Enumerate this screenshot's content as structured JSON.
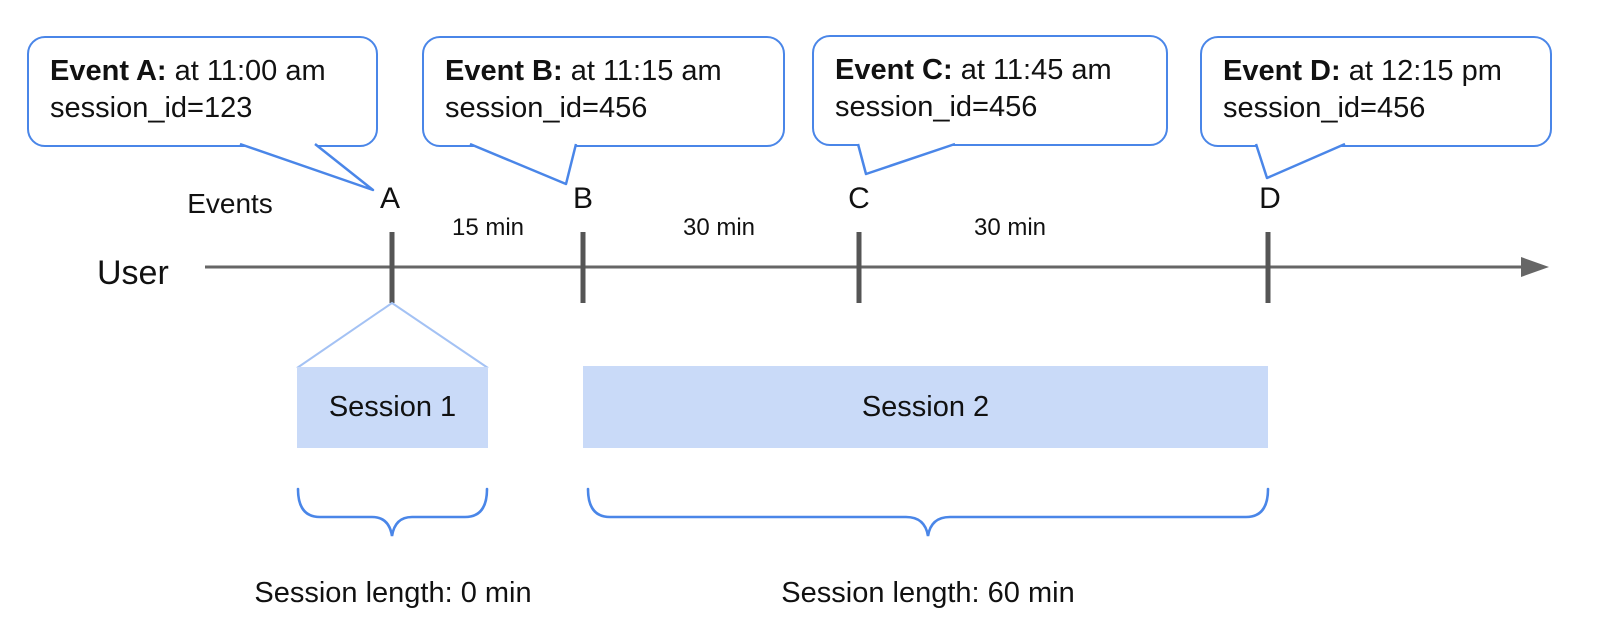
{
  "callouts": [
    {
      "event_label": "Event A:",
      "time_text": "at 11:00 am",
      "session_text": "session_id=123"
    },
    {
      "event_label": "Event B:",
      "time_text": "at 11:15 am",
      "session_text": "session_id=456"
    },
    {
      "event_label": "Event C:",
      "time_text": "at 11:45 am",
      "session_text": "session_id=456"
    },
    {
      "event_label": "Event D:",
      "time_text": "at 12:15 pm",
      "session_text": "session_id=456"
    }
  ],
  "timeline": {
    "events_axis_label": "Events",
    "user_axis_label": "User",
    "event_markers": [
      "A",
      "B",
      "C",
      "D"
    ],
    "intervals": [
      "15 min",
      "30 min",
      "30 min"
    ]
  },
  "sessions": [
    {
      "label": "Session 1",
      "length_label": "Session length: 0 min"
    },
    {
      "label": "Session 2",
      "length_label": "Session length: 60 min"
    }
  ],
  "colors": {
    "accent_blue": "#4a86e8",
    "session_fill": "#c9daf8",
    "connector_blue": "#a4c2f4",
    "line_gray": "#666666"
  }
}
